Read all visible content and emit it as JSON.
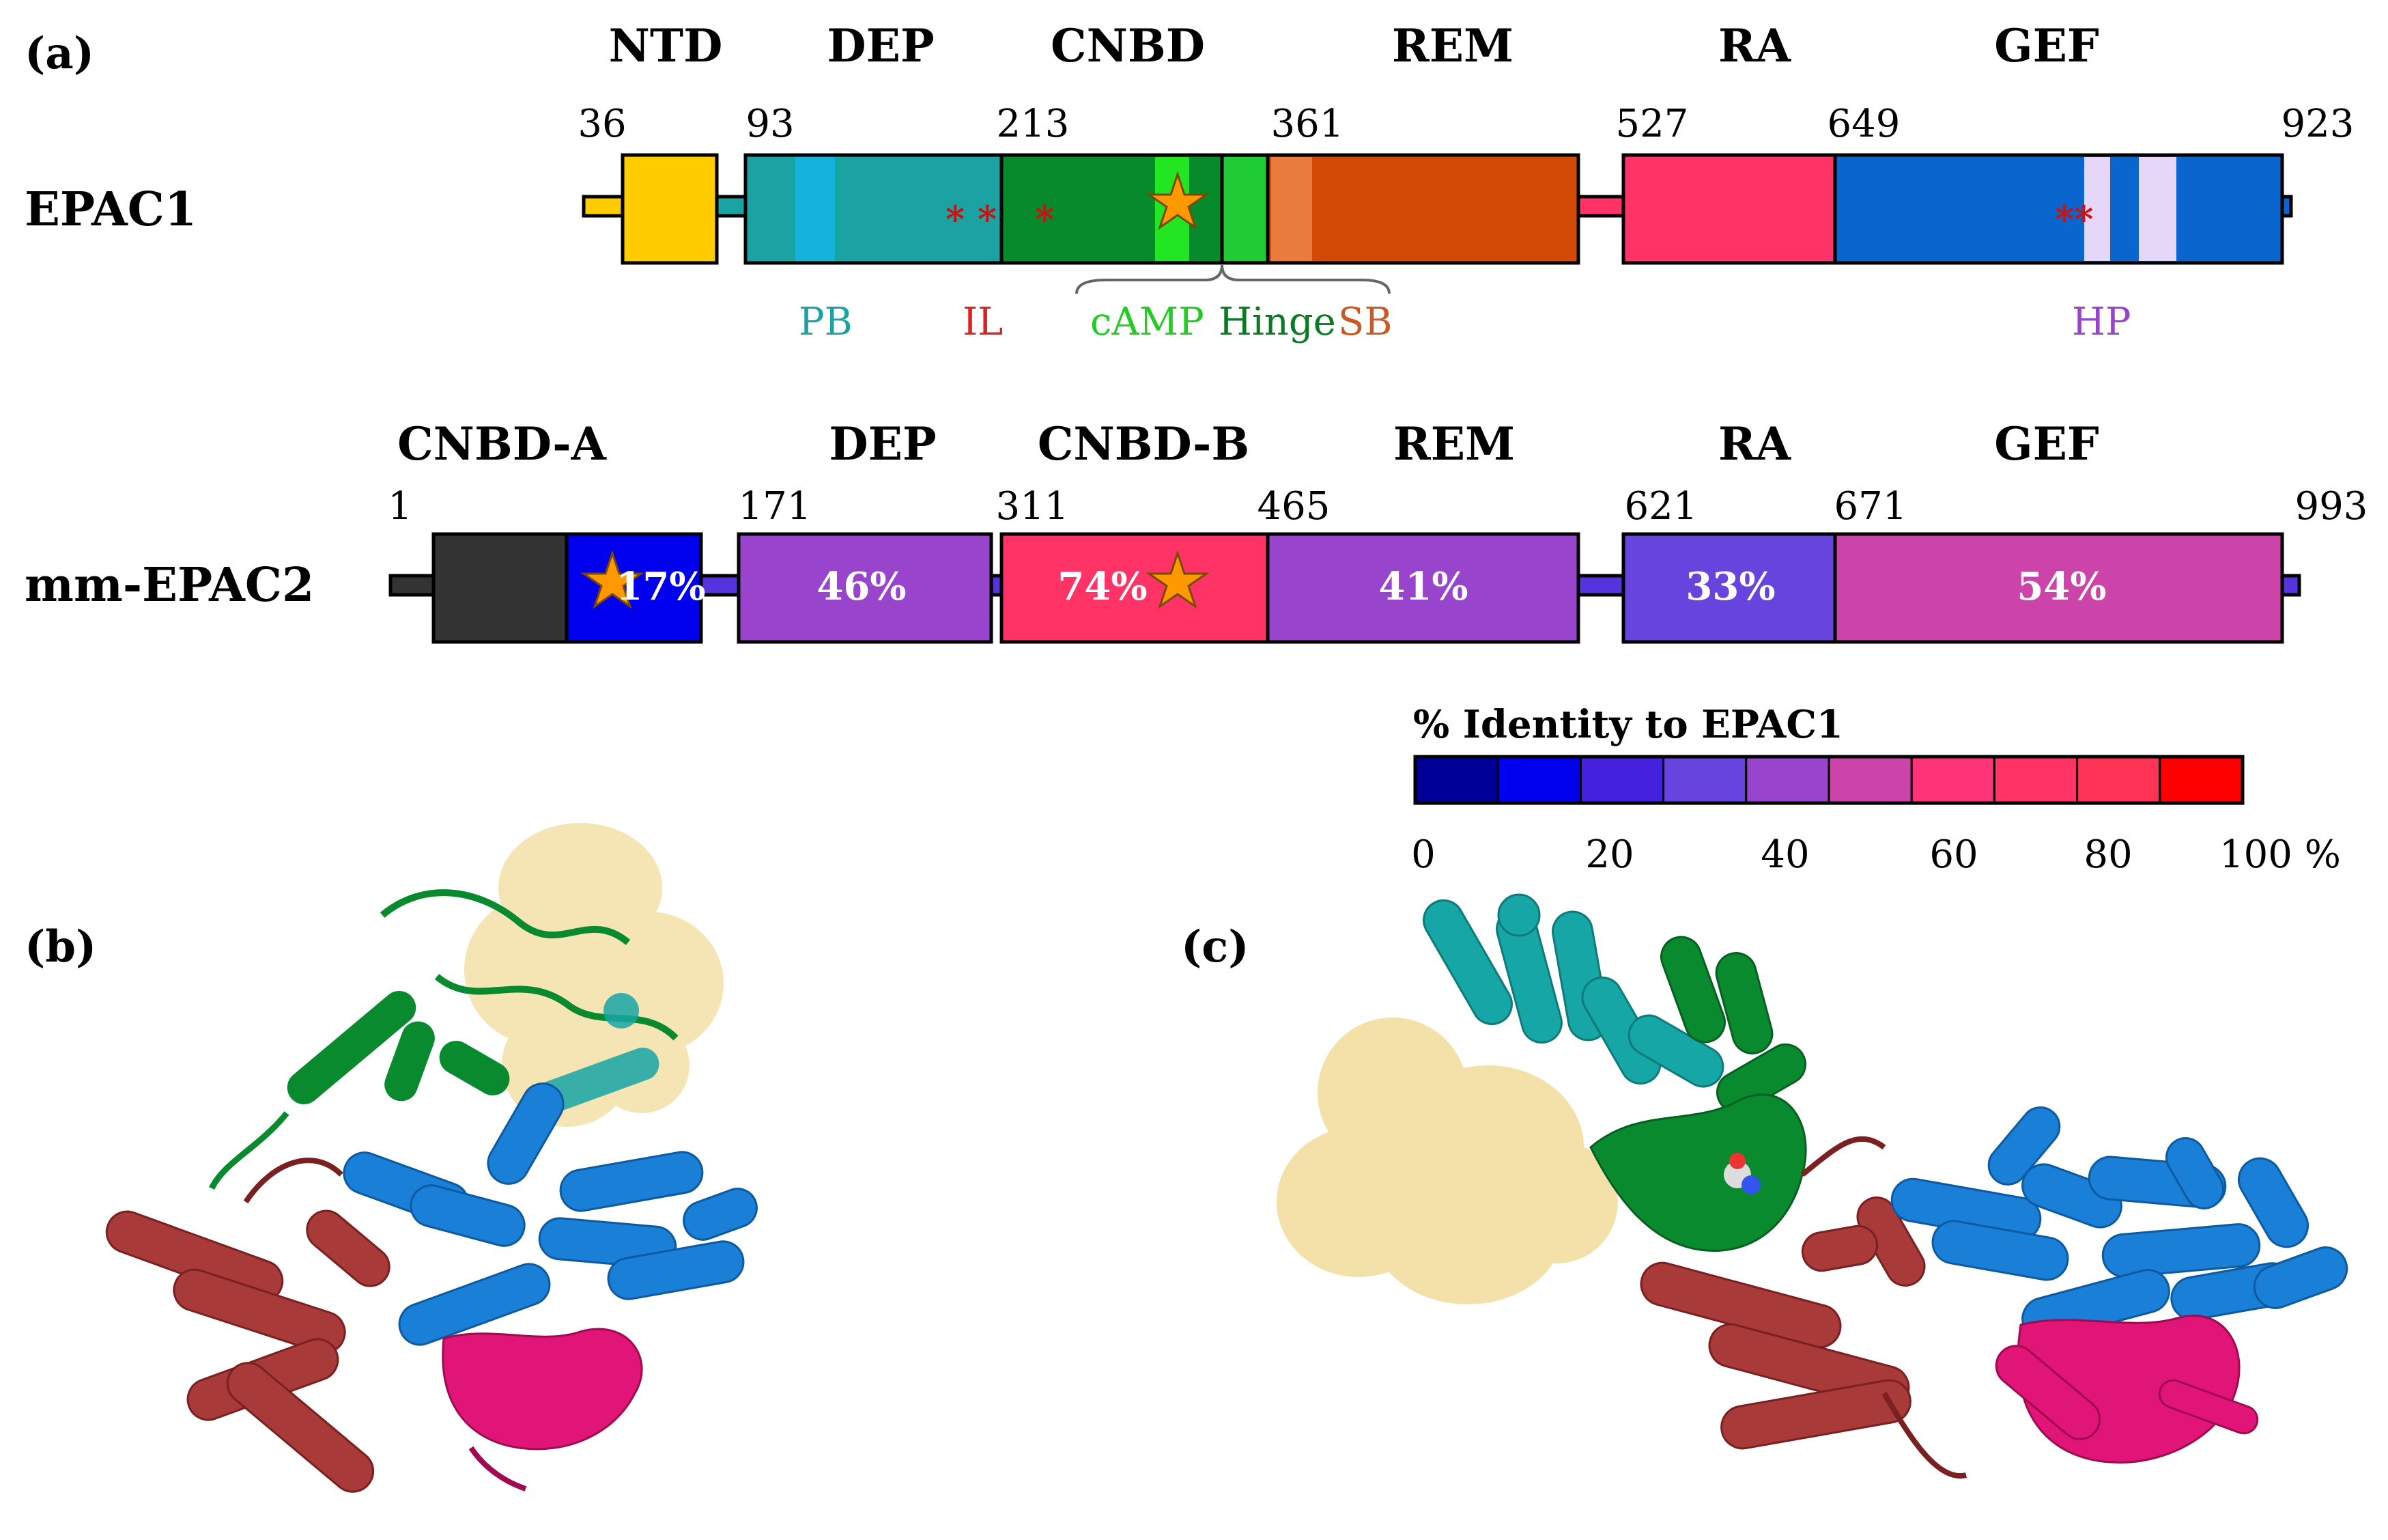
{
  "panels": {
    "a": "(a)",
    "b": "(b)",
    "c": "(c)"
  },
  "epac1": {
    "label": "EPAC1",
    "domains": [
      "NTD",
      "DEP",
      "CNBD",
      "REM",
      "RA",
      "GEF"
    ],
    "positions": [
      "36",
      "93",
      "213",
      "361",
      "527",
      "649",
      "923"
    ],
    "asterisks": [
      "* *",
      "*",
      "**"
    ],
    "features": {
      "pb": "PB",
      "il": "IL",
      "camp": "cAMP",
      "hinge": "Hinge",
      "sb": "SB",
      "hp": "HP"
    },
    "colors": {
      "ntd": "#ffcc00",
      "dep": "#1ba3a3",
      "cnbd": "#078a2b",
      "rem": "#d24a05",
      "ra": "#ff3366",
      "gef": "#0a66cc"
    }
  },
  "epac2": {
    "label": "mm-EPAC2",
    "domains": [
      "CNBD-A",
      "DEP",
      "CNBD-B",
      "REM",
      "RA",
      "GEF"
    ],
    "positions": [
      "1",
      "171",
      "311",
      "465",
      "621",
      "671",
      "993"
    ],
    "identities": [
      "17%",
      "46%",
      "74%",
      "41%",
      "33%",
      "54%"
    ]
  },
  "legend": {
    "title": "% Identity to EPAC1",
    "ticks": [
      "0",
      "20",
      "40",
      "60",
      "80",
      "100 %"
    ],
    "colors": [
      "#000099",
      "#0000ee",
      "#4422dd",
      "#6644dd",
      "#9944cc",
      "#cc44aa",
      "#ff3377",
      "#ff3366",
      "#ff3355",
      "#ff0000"
    ]
  },
  "structure_colors": {
    "dep": "#17a6a6",
    "cnbd": "#0a8a2f",
    "rem": "#a83a3a",
    "ra": "#e01577",
    "gef": "#1a7fd6",
    "surface": "#f2dc9b"
  }
}
